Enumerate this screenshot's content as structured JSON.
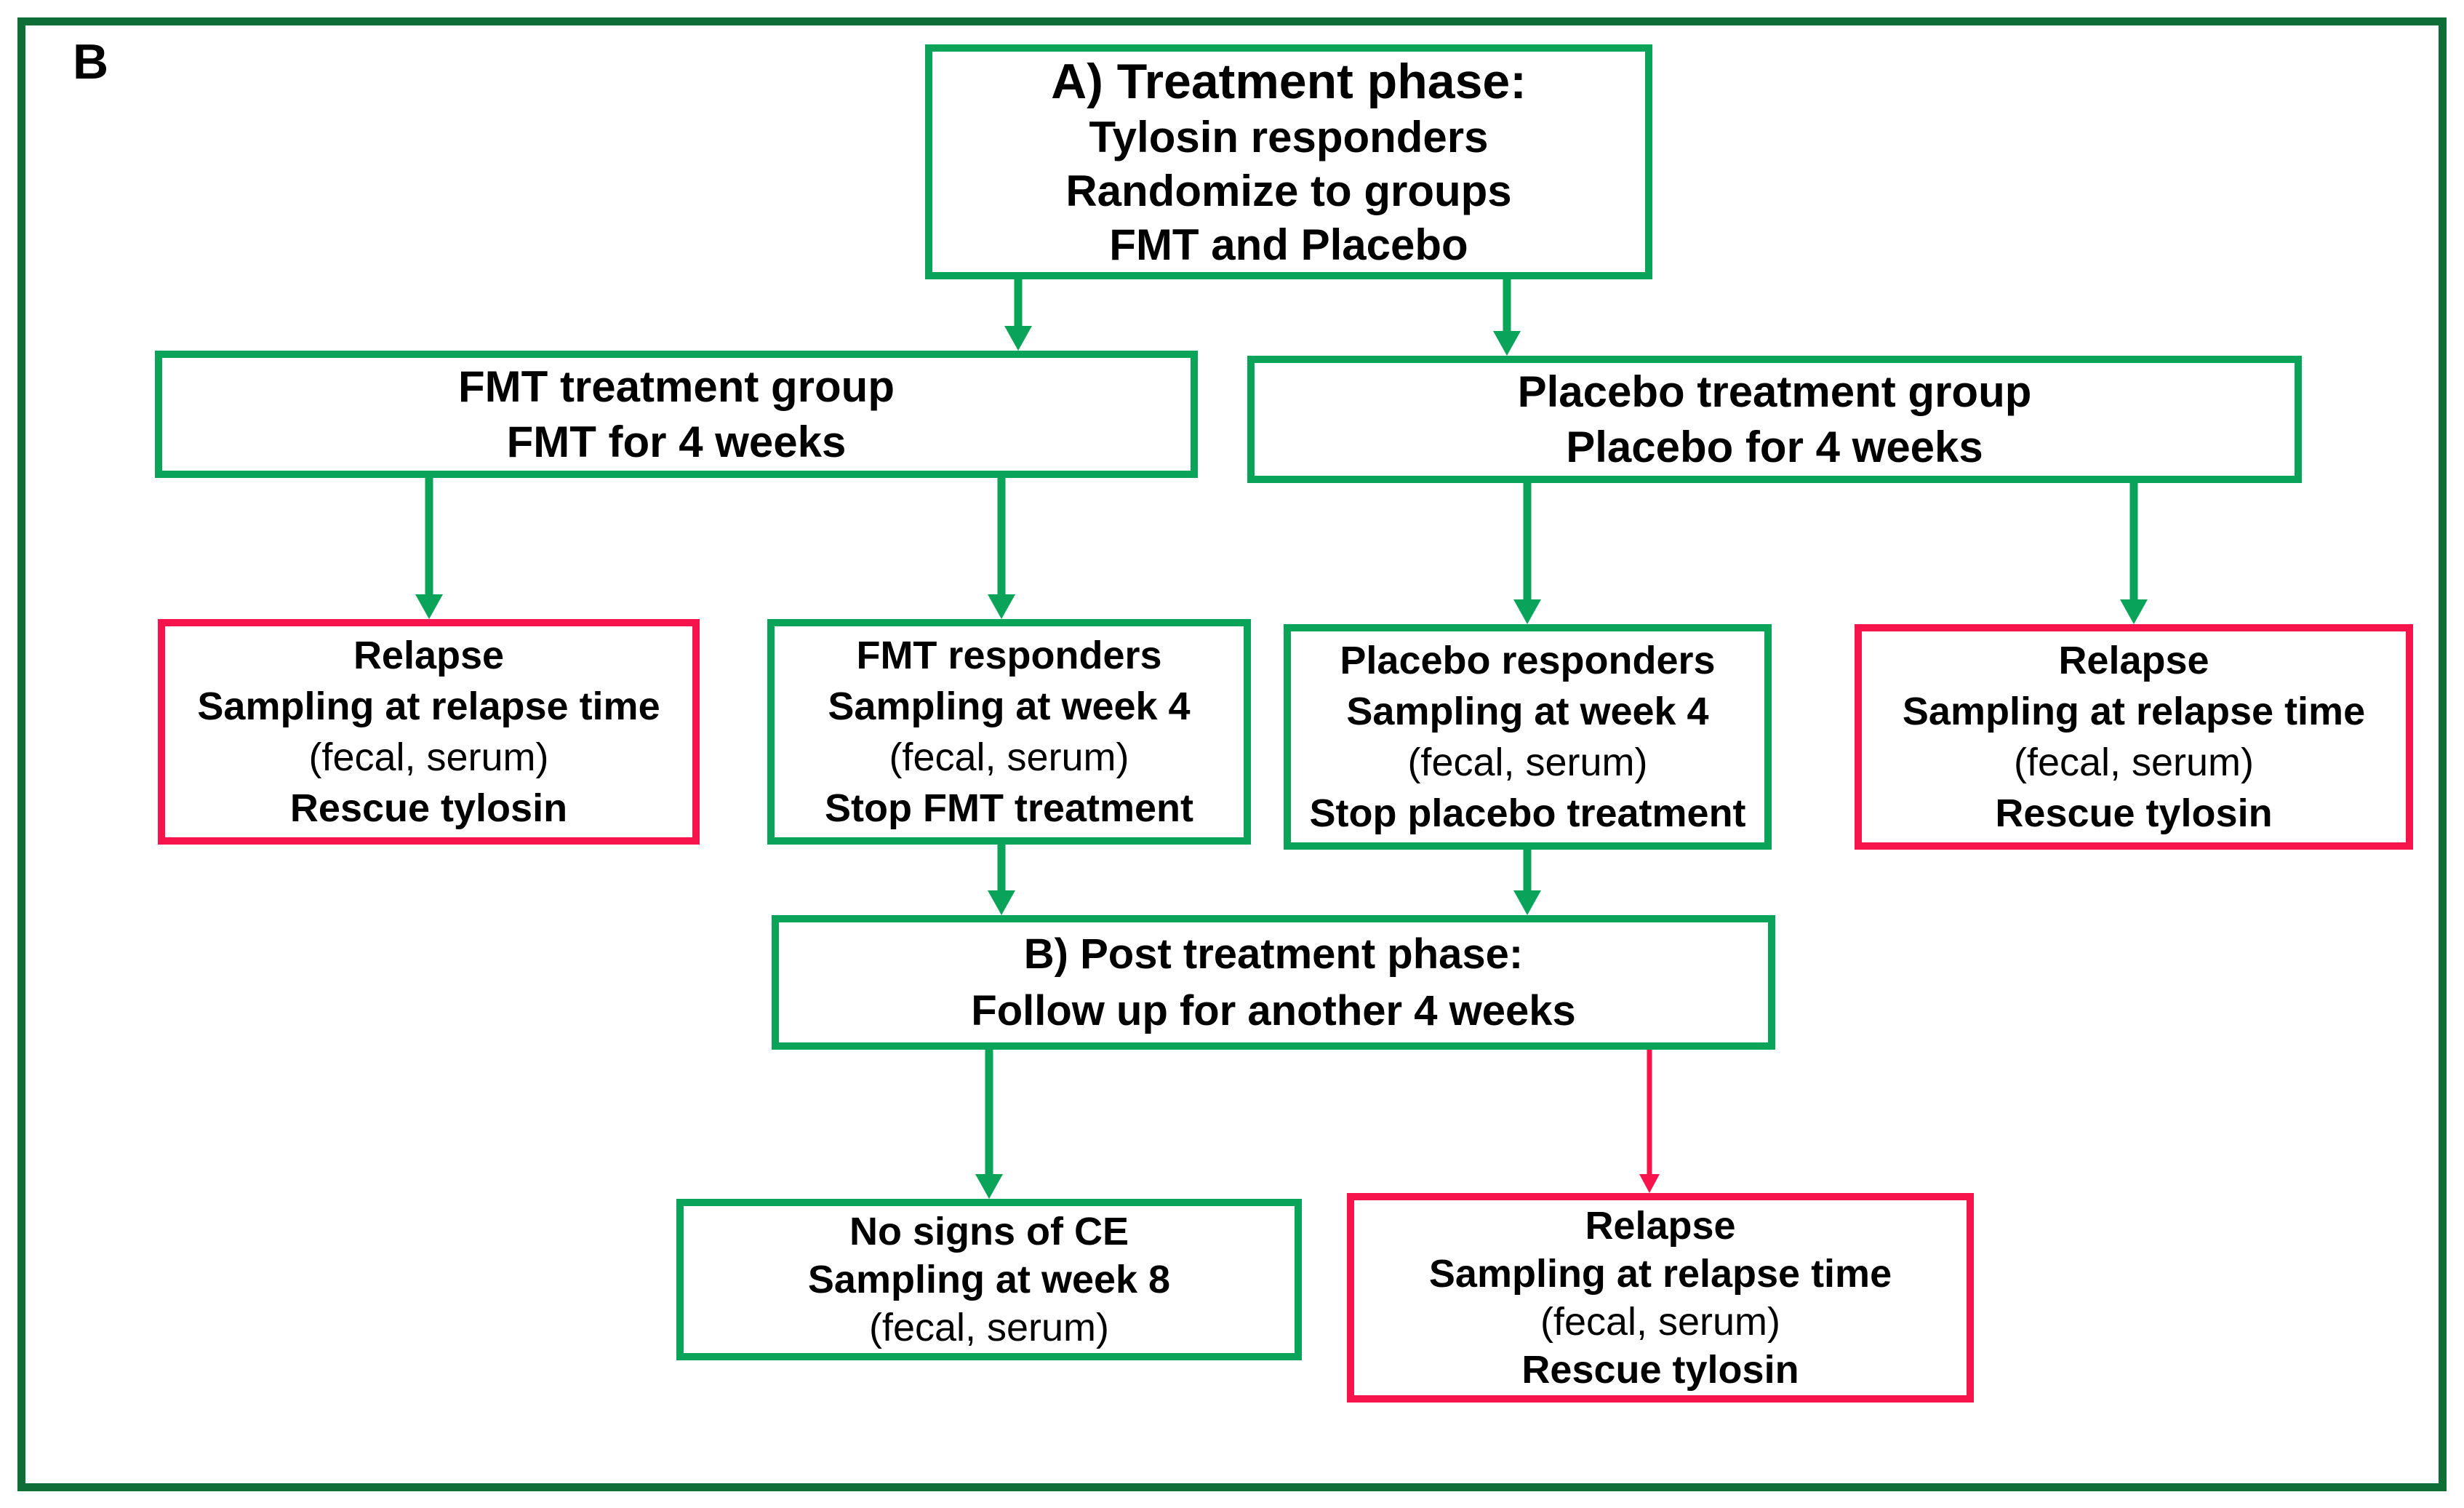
{
  "panel_label": "B",
  "colors": {
    "outer_border": "#0d6e37",
    "node_border_green": "#09a35a",
    "node_border_red": "#f7134b",
    "arrow_green": "#09a35a",
    "arrow_red": "#f7134b",
    "text": "#000000",
    "background": "#ffffff"
  },
  "boxes": {
    "treatment_phase": {
      "title": "A) Treatment phase:",
      "line1": "Tylosin responders",
      "line2": "Randomize to groups",
      "line3": "FMT and Placebo"
    },
    "fmt_group": {
      "line1": "FMT treatment group",
      "line2": "FMT for 4 weeks"
    },
    "placebo_group": {
      "line1": "Placebo treatment group",
      "line2": "Placebo for 4 weeks"
    },
    "relapse_fmt": {
      "line1": "Relapse",
      "line2": "Sampling at relapse time",
      "line3": "(fecal, serum)",
      "line4": "Rescue tylosin"
    },
    "fmt_responders": {
      "line1": "FMT responders",
      "line2": "Sampling at week 4",
      "line3": "(fecal, serum)",
      "line4": "Stop FMT treatment"
    },
    "placebo_responders": {
      "line1": "Placebo responders",
      "line2": "Sampling at week 4",
      "line3": "(fecal, serum)",
      "line4": "Stop placebo treatment"
    },
    "relapse_placebo": {
      "line1": "Relapse",
      "line2": "Sampling at relapse time",
      "line3": "(fecal, serum)",
      "line4": "Rescue tylosin"
    },
    "post_phase": {
      "title": "B) Post treatment phase:",
      "line1": "Follow up for another 4 weeks"
    },
    "no_signs_ce": {
      "line1": "No signs of CE",
      "line2": "Sampling at week 8",
      "line3": "(fecal, serum)"
    },
    "relapse_post": {
      "line1": "Relapse",
      "line2": "Sampling at relapse time",
      "line3": "(fecal, serum)",
      "line4": "Rescue tylosin"
    }
  }
}
